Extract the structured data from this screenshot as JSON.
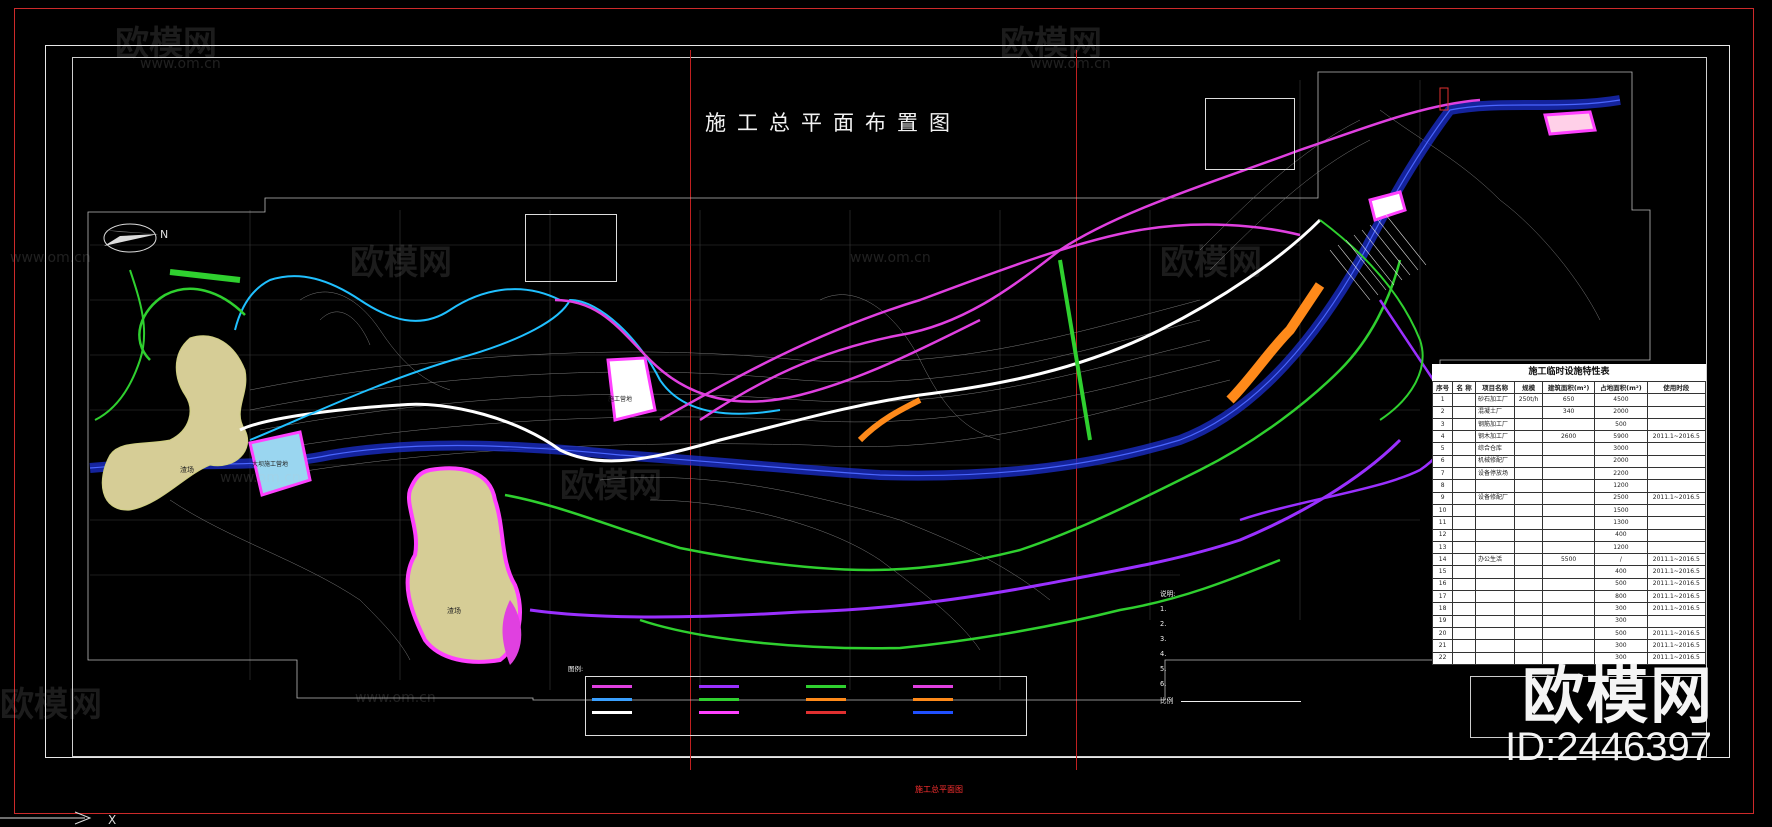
{
  "drawing": {
    "title": "施工总平面布置图",
    "scale_label": "比例",
    "bottom_red_text": "施工总平面图"
  },
  "watermark": {
    "brand": "欧模网",
    "site": "www.om.cn",
    "brand_big": "欧模网",
    "id": "ID:2446397"
  },
  "map_labels": {
    "area_a": "渣场",
    "area_b": "渣场",
    "yard_1": "大坝施工营地",
    "yard_2": "施工营地",
    "north": "N"
  },
  "facility_table": {
    "title": "施工临时设施特性表",
    "headers": [
      "序号",
      "名 称",
      "项目名称",
      "规模",
      "建筑面积(m²)",
      "占地面积(m²)",
      "使用时段"
    ],
    "rows": [
      [
        "1",
        "",
        "砂石加工厂",
        "250t/h",
        "650",
        "4500",
        ""
      ],
      [
        "2",
        "",
        "混凝土厂",
        "",
        "340",
        "2000",
        ""
      ],
      [
        "3",
        "",
        "钢筋加工厂",
        "",
        "",
        "500",
        ""
      ],
      [
        "4",
        "",
        "钢木加工厂",
        "",
        "2600",
        "5900",
        "2011.1~2016.5"
      ],
      [
        "5",
        "",
        "综合仓库",
        "",
        "",
        "3000",
        ""
      ],
      [
        "6",
        "",
        "机械修配厂",
        "",
        "",
        "2000",
        ""
      ],
      [
        "7",
        "",
        "设备停放场",
        "",
        "",
        "2200",
        ""
      ],
      [
        "8",
        "",
        "",
        "",
        "",
        "1200",
        ""
      ],
      [
        "9",
        "",
        "设备修配厂",
        "",
        "",
        "2500",
        "2011.1~2016.5"
      ],
      [
        "10",
        "",
        "",
        "",
        "",
        "1500",
        ""
      ],
      [
        "11",
        "",
        "",
        "",
        "",
        "1300",
        ""
      ],
      [
        "12",
        "",
        "",
        "",
        "",
        "400",
        ""
      ],
      [
        "13",
        "",
        "",
        "",
        "",
        "1200",
        ""
      ],
      [
        "14",
        "",
        "办公生活",
        "",
        "5500",
        "/",
        "2011.1~2016.5"
      ],
      [
        "15",
        "",
        "",
        "",
        "",
        "400",
        "2011.1~2016.5"
      ],
      [
        "16",
        "",
        "",
        "",
        "",
        "500",
        "2011.1~2016.5"
      ],
      [
        "17",
        "",
        "",
        "",
        "",
        "800",
        "2011.1~2016.5"
      ],
      [
        "18",
        "",
        "",
        "",
        "",
        "300",
        "2011.1~2016.5"
      ],
      [
        "19",
        "",
        "",
        "",
        "",
        "300",
        ""
      ],
      [
        "20",
        "",
        "",
        "",
        "",
        "500",
        "2011.1~2016.5"
      ],
      [
        "21",
        "",
        "",
        "",
        "",
        "300",
        "2011.1~2016.5"
      ],
      [
        "22",
        "",
        "",
        "",
        "",
        "300",
        "2011.1~2016.5"
      ]
    ]
  },
  "notes": {
    "heading": "说明:",
    "items": [
      "1.",
      "2.",
      "3.",
      "4.",
      "5.",
      "6."
    ]
  },
  "legend": {
    "heading": "图例:",
    "items": [
      {
        "label": "",
        "color": "#e040e0"
      },
      {
        "label": "",
        "color": "#9a30ff"
      },
      {
        "label": "",
        "color": "#2fd02f"
      },
      {
        "label": "",
        "color": "#e040e0"
      },
      {
        "label": "",
        "color": "#3aa0ff"
      },
      {
        "label": "",
        "color": "#2fd02f"
      },
      {
        "label": "",
        "color": "#ff8a1a"
      },
      {
        "label": "",
        "color": "#ff8a1a"
      },
      {
        "label": "",
        "color": "#ffffff"
      },
      {
        "label": "",
        "color": "#ff40ff"
      },
      {
        "label": "",
        "color": "#e03030"
      },
      {
        "label": "",
        "color": "#2050ff"
      }
    ]
  },
  "colors": {
    "frame_red": "#cc2a2a",
    "road_magenta": "#e040e0",
    "road_green": "#2fd02f",
    "road_purple": "#9a30ff",
    "road_cyan": "#20c0ff",
    "road_orange": "#ff8a1a",
    "river_blue": "#1b2fd0",
    "area_fill": "#d6cd96"
  }
}
